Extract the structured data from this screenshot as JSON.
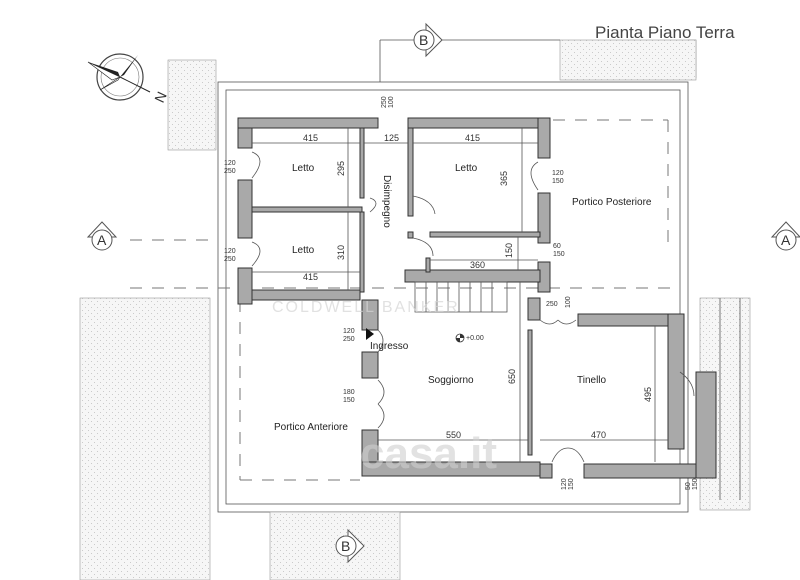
{
  "title": "Pianta Piano Terra",
  "compass": {
    "label": "N"
  },
  "section_markers": {
    "a": "A",
    "b": "B"
  },
  "rooms": {
    "bedroom_1": "Letto",
    "bedroom_2": "Letto",
    "bedroom_3": "Letto",
    "corridor": "Disimpegno",
    "rear_porch": "Portico Posteriore",
    "front_porch": "Portico Anteriore",
    "entrance": "Ingresso",
    "living": "Soggiorno",
    "dining": "Tinello"
  },
  "dimensions": {
    "bed1_width": "415",
    "corridor_width": "125",
    "bed3_width": "415",
    "bed1_depth": "295",
    "bed3_depth": "365",
    "bed2_depth": "310",
    "bed2_width": "415",
    "hall_width": "360",
    "hall_depth": "150",
    "living_depth": "650",
    "living_width": "550",
    "dining_width": "470",
    "dining_depth": "495"
  },
  "openings": {
    "top_corridor": [
      "100",
      "250"
    ],
    "bed1_window": [
      "120",
      "250"
    ],
    "bed2_window": [
      "120",
      "250"
    ],
    "bed3_window": [
      "120",
      "150"
    ],
    "hall_window": [
      "60",
      "150"
    ],
    "entrance_door": [
      "120",
      "250"
    ],
    "living_window": [
      "180",
      "150"
    ],
    "dining_top": [
      "250",
      "100"
    ],
    "dining_bottom": [
      "120",
      "150"
    ],
    "dining_right": [
      "50",
      "150"
    ]
  },
  "level": "+0.00",
  "watermarks": {
    "main": "casa.it",
    "secondary": "COLDWELL BANKER"
  }
}
